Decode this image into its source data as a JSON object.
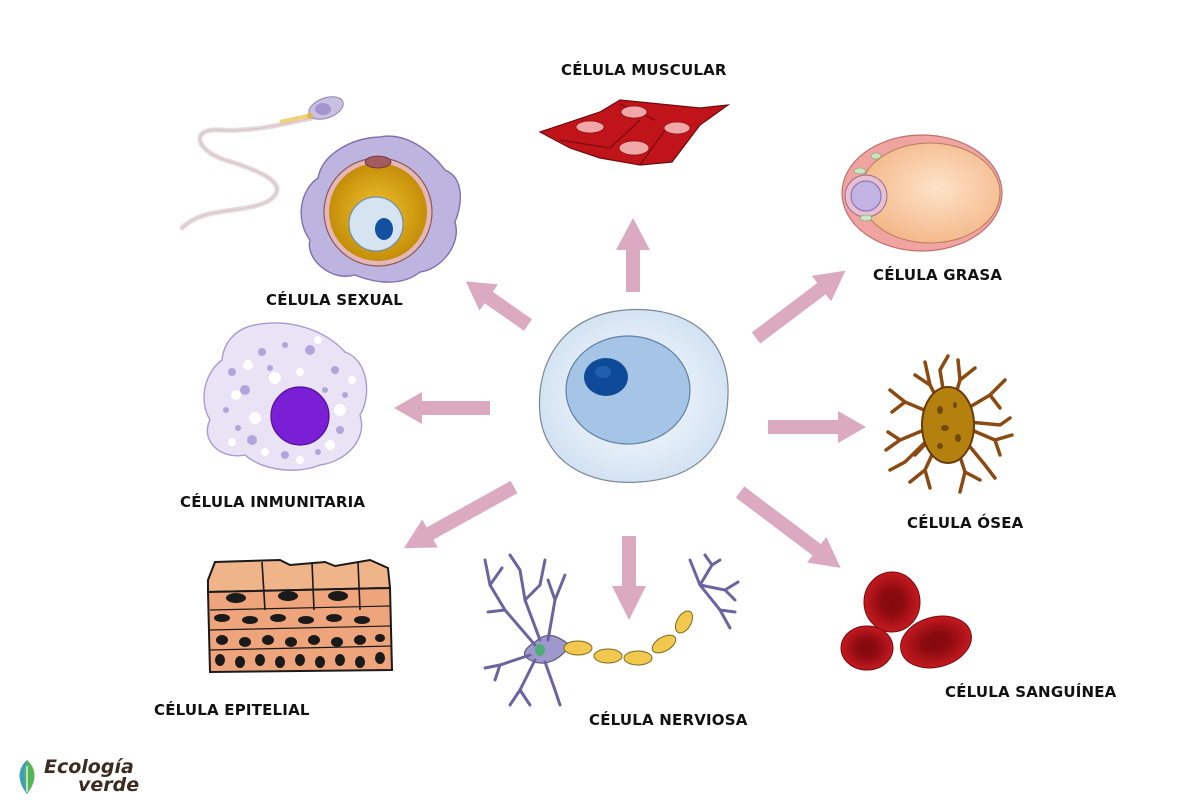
{
  "labels": {
    "muscular": "CÉLULA MUSCULAR",
    "sexual": "CÉLULA SEXUAL",
    "grasa": "CÉLULA GRASA",
    "inmunitaria": "CÉLULA INMUNITARIA",
    "osea": "CÉLULA ÓSEA",
    "epitelial": "CÉLULA EPITELIAL",
    "nerviosa": "CÉLULA NERVIOSA",
    "sanguinea": "CÉLULA SANGUÍNEA"
  },
  "logo": {
    "line1": "Ecología",
    "line2": "verde",
    "icon": "leaf-icon"
  },
  "colors": {
    "arrow": "#d9a8bf",
    "stem_outer": "#dde9f5",
    "stem_inner": "#a9c8e8",
    "stem_nucleus": "#0d4f9e",
    "muscle": "#c0141a",
    "fat": "#f7c9a0",
    "immune_body": "#e8e2f4",
    "immune_nucleus": "#7a1fd6",
    "bone": "#8b4a12",
    "epithelial": "#e8a070",
    "neuron": "#9a93c9",
    "myelin": "#f0c850",
    "blood": "#b3121a",
    "egg_outer": "#b9b0dc",
    "egg_yolk": "#d9a514",
    "logo_brown": "#3d2b1f",
    "logo_green": "#4caf50"
  }
}
